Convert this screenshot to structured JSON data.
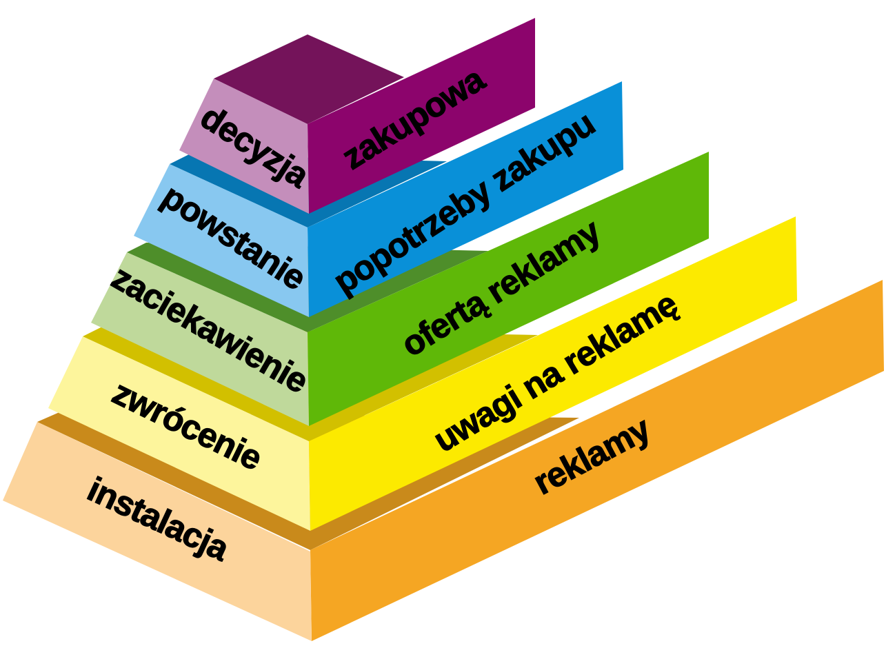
{
  "layers": [
    {
      "left_label": "instalacja",
      "right_label": "reklamy",
      "colors": {
        "left": "#fcd49c",
        "right": "#f5a623",
        "top": "#c98a1b"
      }
    },
    {
      "left_label": "zwrócenie",
      "right_label": "uwagi na reklamę",
      "colors": {
        "left": "#fdf59c",
        "right": "#fcea00",
        "top": "#d2c000"
      }
    },
    {
      "left_label": "zaciekawienie",
      "right_label": "ofertą reklamy",
      "colors": {
        "left": "#bfd99b",
        "right": "#5fb808",
        "top": "#4e8e2a"
      }
    },
    {
      "left_label": "powstanie",
      "right_label": "popotrzeby zakupu",
      "colors": {
        "left": "#88c8f0",
        "right": "#0990d8",
        "top": "#0776b2"
      }
    },
    {
      "left_label": "decyzja",
      "right_label": "zakupowa",
      "colors": {
        "left": "#c48ebb",
        "right": "#8c046c",
        "top": "#74135a"
      }
    }
  ]
}
